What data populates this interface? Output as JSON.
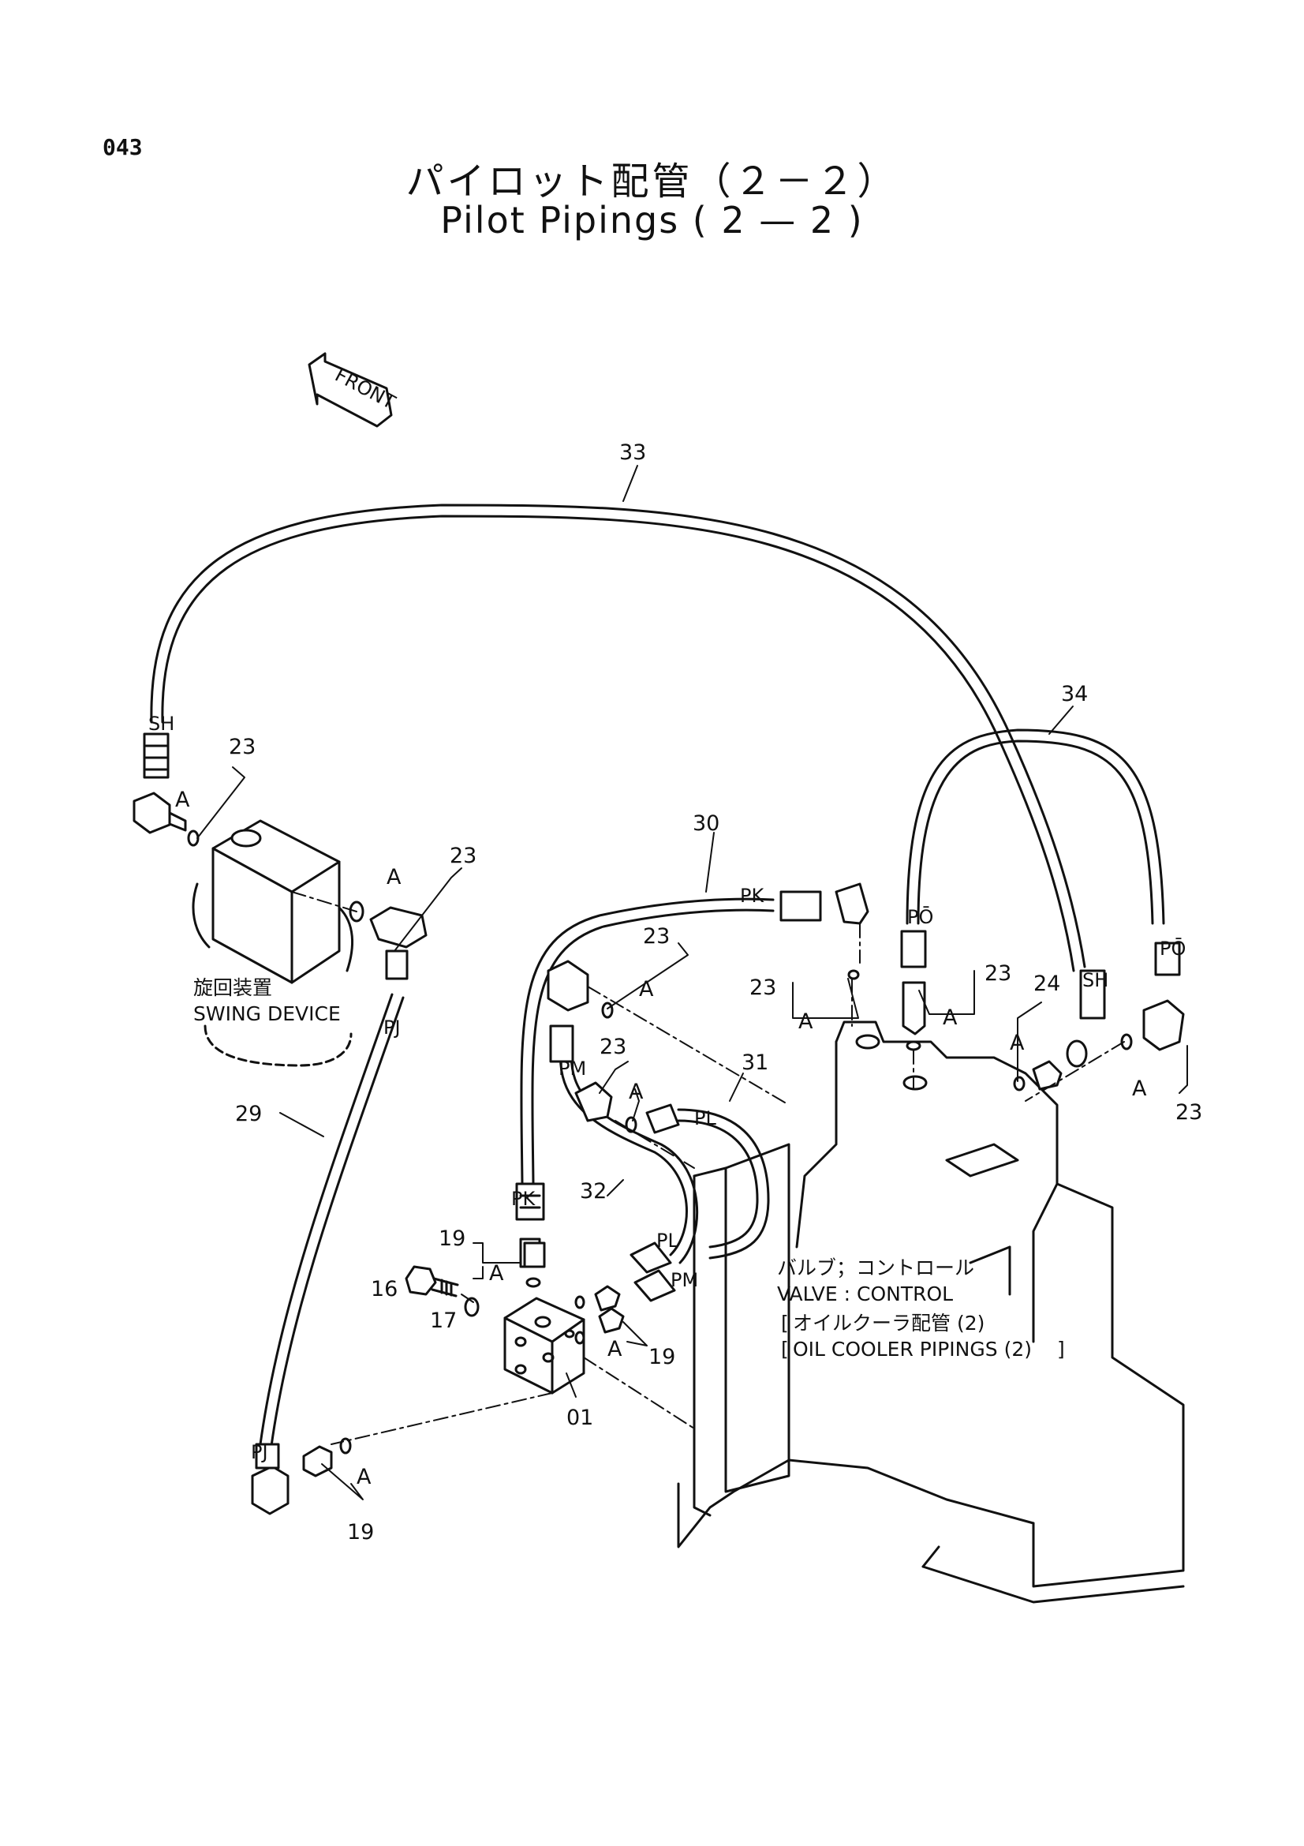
{
  "page_number": "043",
  "title": {
    "japanese": "パイロット配管（２－２）",
    "english": "Pilot Pipings ( 2 — 2 )"
  },
  "front_marker": "FRONT",
  "components": {
    "swing_device_ja": "旋回装置",
    "swing_device_en": "SWING DEVICE",
    "valve_ja": "バルブ；コントロール",
    "valve_en": "VALVE : CONTROL",
    "oil_cooler_ja": "オイルクーラ配管 (2)",
    "oil_cooler_en": "OIL COOLER  PIPINGS (2)"
  },
  "part_numbers": {
    "p01": "01",
    "p16": "16",
    "p17": "17",
    "p19": "19",
    "p23": "23",
    "p24": "24",
    "p29": "29",
    "p30": "30",
    "p31": "31",
    "p32": "32",
    "p33": "33",
    "p34": "34"
  },
  "port_labels": {
    "SH": "SH",
    "PJ": "PJ",
    "PK": "PK",
    "PM": "PM",
    "PL": "PL",
    "PO": "PŌ",
    "A": "A"
  }
}
